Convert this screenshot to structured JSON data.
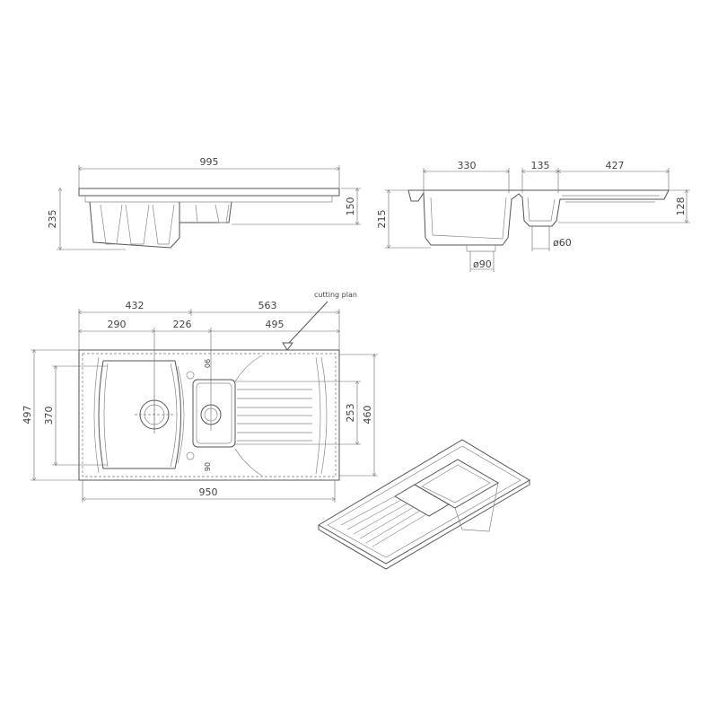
{
  "side_view_long": {
    "width": "995",
    "total_height": "235",
    "bowl_depth": "150"
  },
  "side_view_cross": {
    "main_bowl": "330",
    "small_bowl": "135",
    "drainer": "427",
    "total_height": "215",
    "drainer_depth": "128",
    "small_waste": "ø60",
    "main_waste": "ø90"
  },
  "plan_view": {
    "overall": "432",
    "drainer_overall": "563",
    "main_bowl_width": "290",
    "center_spacing": "226",
    "drainer_width": "495",
    "overall_depth": "497",
    "main_bowl_depth": "370",
    "small_bowl_depth": "253",
    "cutout_depth": "460",
    "cutout_width": "950",
    "tap_offset_top": "90",
    "tap_offset_bottom": "90",
    "annotation": "cutting plan"
  }
}
